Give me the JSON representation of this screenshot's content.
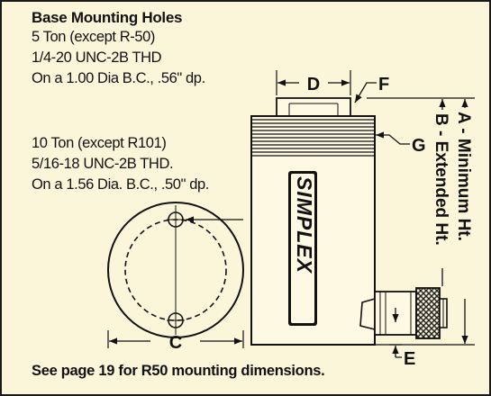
{
  "notes": {
    "heading": "Base Mounting Holes",
    "five_ton": [
      "5 Ton (except R-50)",
      "1/4-20 UNC-2B THD",
      "On a 1.00 Dia B.C., .56\" dp."
    ],
    "ten_ton": [
      "10 Ton (except R101)",
      "5/16-18 UNC-2B THD.",
      "On a 1.56 Dia. B.C., .50\" dp."
    ]
  },
  "labels": {
    "a": "A - Minimum Ht.",
    "b": "B - Extended Ht.",
    "c": "C",
    "d": "D",
    "e": "E",
    "f": "F",
    "g": "G"
  },
  "brand": "SIMPLEX",
  "footer": "See page 19 for R50 mounting dimensions.",
  "colors": {
    "background": "#fbf6da",
    "line": "#111111"
  }
}
